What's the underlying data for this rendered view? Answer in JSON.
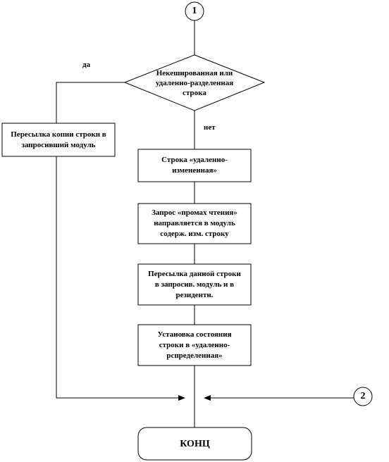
{
  "connector_top": "1",
  "connector_right": "2",
  "decision": {
    "text": "Некешированная или удаленно-разделенная строка",
    "yes_label": "да",
    "no_label": "нет"
  },
  "yes_branch": {
    "process": "Пересылка копии строки в запросивший модуль"
  },
  "no_branch": {
    "steps": [
      "Строка «удаленно-измененная»",
      "Запрос «промах чтения» направляется в модуль содерж. изм. строку",
      "Пересылка данной строки в запросив. модуль и в резидентн.",
      "Установка состояния строки в «удаленно-рспределенная»"
    ]
  },
  "end": "КОНЦ"
}
